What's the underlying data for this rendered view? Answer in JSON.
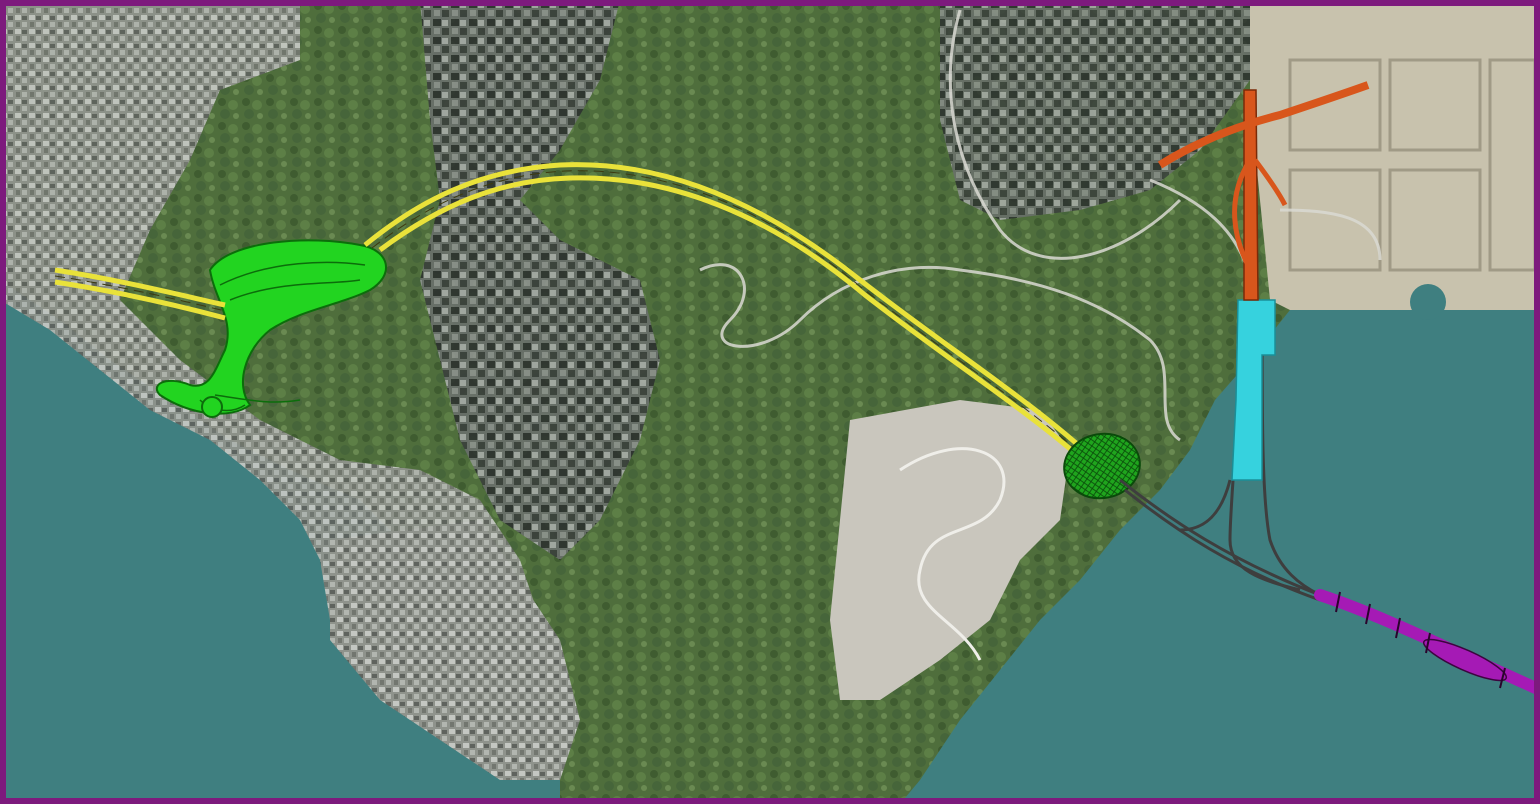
{
  "colors": {
    "frame": "#7d1a7d",
    "sea": "#3f7f80",
    "land_green": "#4e6d3a",
    "urban": "#9a9e98",
    "reclaimed": "#c8c2ad",
    "quarry": "#c9c6bd",
    "tunnel_yellow": "#e9e23a",
    "interchange_green": "#22d420",
    "junction_green": "#1ea51c",
    "existing_road": "#555555",
    "orange_link": "#d8561c",
    "cyan_segment": "#36d2de",
    "purple_link": "#a51ab5"
  },
  "layers": [
    {
      "name": "sea"
    },
    {
      "name": "hillside-vegetation"
    },
    {
      "name": "urban-area"
    },
    {
      "name": "reclamation-area"
    },
    {
      "name": "quarry-site"
    },
    {
      "name": "tunnel-alignment"
    },
    {
      "name": "west-interchange"
    },
    {
      "name": "east-junction"
    },
    {
      "name": "orange-road-link"
    },
    {
      "name": "cyan-road-segment"
    },
    {
      "name": "purple-road-link"
    }
  ]
}
